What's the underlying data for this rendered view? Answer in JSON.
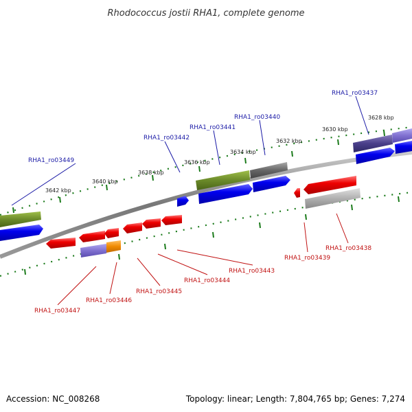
{
  "title": "Rhodococcus jostii RHA1, complete genome",
  "accession": "Accession: NC_008268",
  "topology": "Topology: linear; Length: 7,804,765 bp; Genes: 7,274",
  "scale_labels": [
    "3642 kbp",
    "3640 kbp",
    "3638 kbp",
    "3636 kbp",
    "3634 kbp",
    "3632 kbp",
    "3630 kbp",
    "3628 kbp"
  ],
  "top_labels": [
    "RHA1_ro03449",
    "RHA1_ro03442",
    "RHA1_ro03441",
    "RHA1_ro03440",
    "RHA1_ro03437"
  ],
  "bottom_labels": [
    "RHA1_ro03447",
    "RHA1_ro03446",
    "RHA1_ro03445",
    "RHA1_ro03444",
    "RHA1_ro03443",
    "RHA1_ro03439",
    "RHA1_ro03438"
  ],
  "colors": {
    "title_text": "#333333",
    "top_label": "#1a1aa6",
    "bottom_label": "#c01010",
    "forward_gene": "#0000ee",
    "reverse_gene": "#ee0000",
    "backbone": "#888888",
    "tick": "#1a7a1a",
    "feature_olive": "#6b8a2a",
    "feature_gray": "#666666",
    "feature_purple": "#4a3f8a",
    "feature_lavender": "#8070d0",
    "feature_orange": "#f08a00",
    "feature_light_gray": "#aaaaaa"
  }
}
